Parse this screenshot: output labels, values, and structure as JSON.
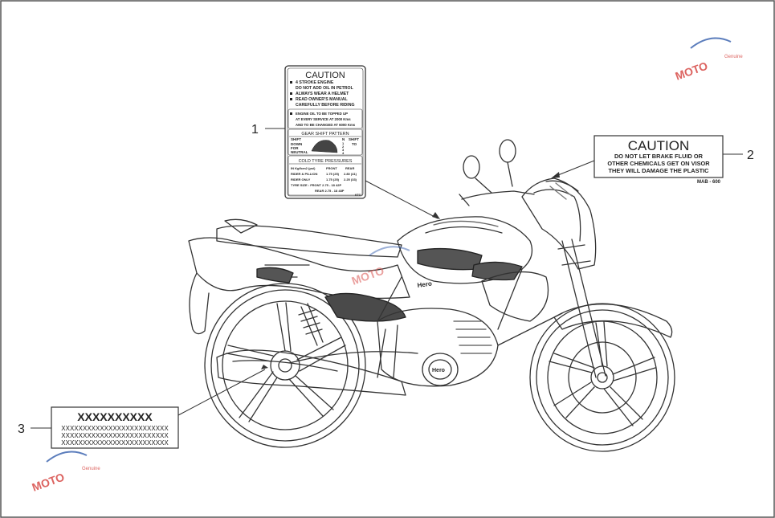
{
  "callouts": {
    "c1": "1",
    "c2": "2",
    "c3": "3"
  },
  "label1": {
    "title": "CAUTION",
    "items": [
      "4 STROKE ENGINE",
      "DO NOT ADD OIL IN PETROL",
      "ALWAYS WEAR A HELMET",
      "READ OWNER'S MANUAL",
      "CAREFULLY BEFORE RIDING"
    ],
    "oil": [
      "ENGINE OIL TO BE TOPPED UP",
      "AT EVERY SERVICE AT 2000 Kms",
      "AND TO BE CHANGED AT 6000 Kms"
    ],
    "gear": {
      "title": "GEAR SHIFT PATTERN",
      "shift_down": "SHIFT",
      "down": "DOWN",
      "for": "FOR",
      "neutral": "NEUTRAL",
      "n": "N",
      "shift": "SHIFT",
      "to": "TO",
      "nums": [
        "1",
        "2",
        "3",
        "4"
      ]
    },
    "tyre": {
      "title": "COLD TYRE PRESSURES",
      "header": [
        "IN Kgf/cm2 (psi)",
        "FRONT",
        "REAR"
      ],
      "rows": [
        [
          "RIDER & PILLION",
          "1.75 (25)",
          "2.80 (41)"
        ],
        [
          "RIDER ONLY",
          "1.75 (25)",
          "2.25 (33)"
        ]
      ],
      "size_front": "TYRE SIZE : FRONT 2.75 - 18 42P",
      "size_rear": "REAR   2.75 - 18 48P",
      "code": "KTC"
    }
  },
  "label2": {
    "title": "CAUTION",
    "lines": [
      "DO NOT LET BRAKE FLUID OR",
      "OTHER CHEMICALS GET ON VISOR",
      "THEY WILL DAMAGE THE PLASTIC"
    ],
    "code": "MAB - 600"
  },
  "label3": {
    "title": "XXXXXXXXXX",
    "lines": [
      "XXXXXXXXXXXXXXXXXXXXXXXXX",
      "XXXXXXXXXXXXXXXXXXXXXXXXX",
      "XXXXXXXXXXXXXXXXXXXXXXXXX"
    ]
  },
  "bike": {
    "tank_decal": "Hero",
    "engine_badge": "Hero"
  },
  "colors": {
    "line": "#333333",
    "frame": "#555555",
    "watermark_red": "#d9534f",
    "watermark_blue": "#4a6fb5"
  },
  "watermark": {
    "text": "MOTO",
    "sub": "Genuine"
  }
}
